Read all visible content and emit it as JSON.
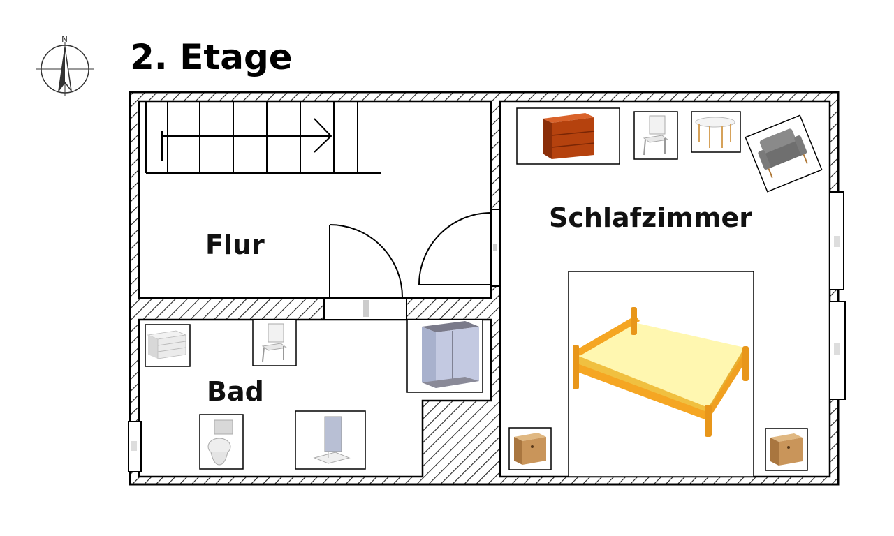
{
  "title": "2. Etage",
  "compass": {
    "north_label": "N"
  },
  "rooms": {
    "flur": "Flur",
    "bad": "Bad",
    "schlafzimmer": "Schlafzimmer"
  },
  "colors": {
    "wall": "#000000",
    "hatch": "#222222",
    "bed_frame": "#f5a623",
    "bed_mattress": "#fff7b0",
    "dresser": "#b5420e",
    "armchair": "#7a7a7a",
    "nightstand": "#c9955a",
    "shower_glass": "#9fa8c8"
  }
}
